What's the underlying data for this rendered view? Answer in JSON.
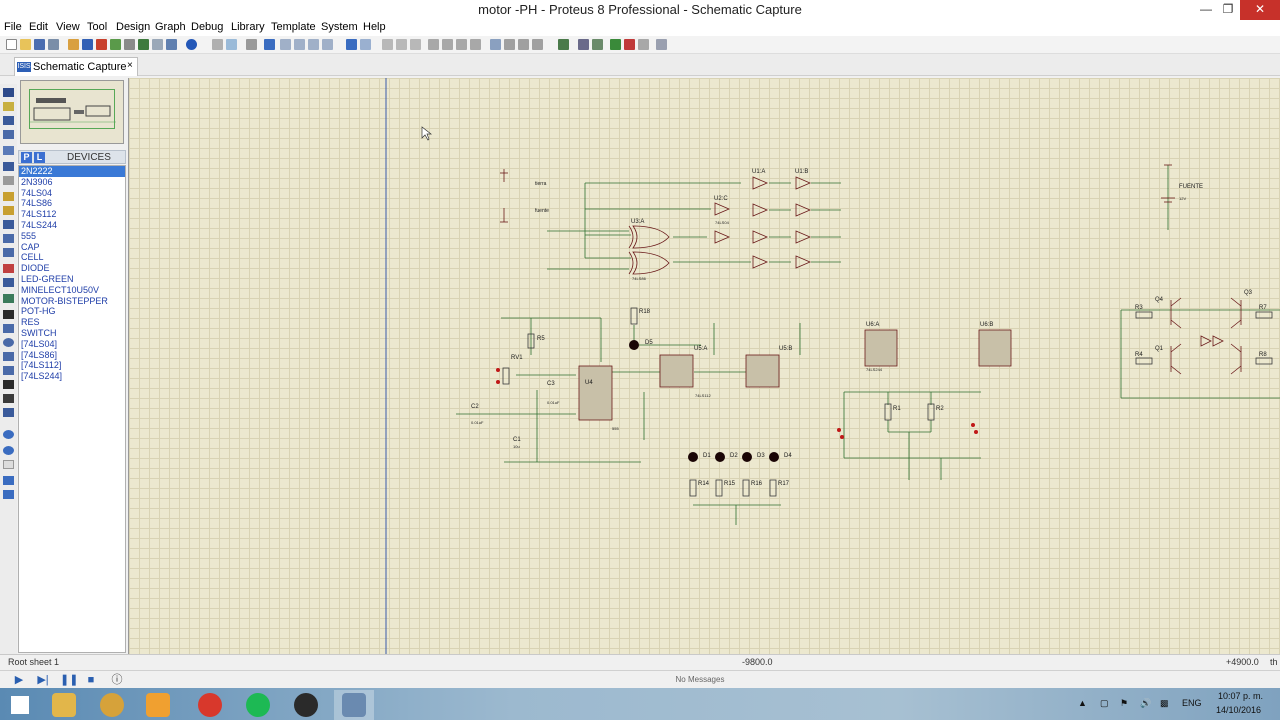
{
  "window": {
    "title": "motor -PH - Proteus 8 Professional - Schematic Capture",
    "minimize_icon": "minimize-icon",
    "maximize_icon": "maximize-icon",
    "close_icon": "close-icon"
  },
  "menu": [
    "File",
    "Edit",
    "View",
    "Tool",
    "Design",
    "Graph",
    "Debug",
    "Library",
    "Template",
    "System",
    "Help"
  ],
  "tab": {
    "label": "Schematic Capture",
    "icon_text": "ISIS",
    "close": "×"
  },
  "device_panel": {
    "p_button": "P",
    "l_button": "L",
    "title": "DEVICES",
    "items": [
      "2N2222",
      "2N3906",
      "74LS04",
      "74LS86",
      "74LS112",
      "74LS244",
      "555",
      "CAP",
      "CELL",
      "DIODE",
      "LED-GREEN",
      "MINELECT10U50V",
      "MOTOR-BISTEPPER",
      "POT-HG",
      "RES",
      "SWITCH",
      "[74LS04]",
      "[74LS86]",
      "[74LS112]",
      "[74LS244]"
    ],
    "selected_index": 0
  },
  "schematic": {
    "labels": {
      "u1a": "U1:A",
      "u1b": "U1:B",
      "u2c": "U2:C",
      "u3a": "U3:A",
      "u4": "U4",
      "u5a": "U5:A",
      "u5b": "U5:B",
      "u6a": "U6:A",
      "u6b": "U6:B",
      "r18": "R18",
      "r5": "R5",
      "rv1": "RV1",
      "c3": "C3",
      "c2": "C2",
      "c1": "C1",
      "d5": "D5",
      "d1": "D1",
      "d2": "D2",
      "d3": "D3",
      "d4": "D4",
      "r14": "R14",
      "r15": "R15",
      "r16": "R16",
      "r17": "R17",
      "r1": "R1",
      "r2": "R2",
      "r3": "R3",
      "r4": "R4",
      "r7": "R7",
      "r8": "R8",
      "q1": "Q1",
      "q3": "Q3",
      "q4": "Q4",
      "fuente": "FUENTE",
      "fuente_value": "12V",
      "chip_74ls04": "74LS04",
      "chip_74ls86": "74LS86",
      "chip_74ls112": "74LS112",
      "chip_74ls244": "74LS244",
      "chip_555": "555",
      "c2_val": "0.01uF",
      "c3_val": "0.01uF",
      "c1_val": "10u",
      "net_tierra": "tierra",
      "net_fuente": "fuente"
    }
  },
  "status": {
    "sheet": "Root sheet 1",
    "coord_x": "-9800.0",
    "coord_y": "+4900.0",
    "unit": "th"
  },
  "simulation": {
    "message": "No Messages"
  },
  "tray": {
    "lang": "ENG",
    "time": "10:07 p. m.",
    "date": "14/10/2016"
  }
}
